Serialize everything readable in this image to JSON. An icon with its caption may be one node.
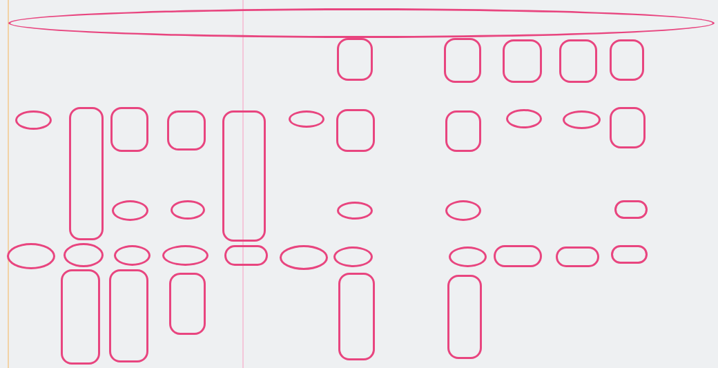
{
  "diagram": {
    "nodes": [
      {
        "text": [],
        "shape": "oval"
      },
      {
        "text": [],
        "shape": "box"
      },
      {
        "text": [],
        "shape": "box"
      },
      {
        "text": [],
        "shape": "box"
      },
      {
        "text": [],
        "shape": "box"
      },
      {
        "text": [],
        "shape": "box"
      },
      {
        "text": [],
        "shape": "oval"
      },
      {
        "text": [],
        "shape": "box"
      },
      {
        "text": [],
        "shape": "box"
      },
      {
        "text": [],
        "shape": "box"
      },
      {
        "text": [],
        "shape": "box"
      },
      {
        "text": [],
        "shape": "oval"
      },
      {
        "text": [],
        "shape": "box"
      },
      {
        "text": [],
        "shape": "box"
      },
      {
        "text": [],
        "shape": "oval"
      },
      {
        "text": [],
        "shape": "oval"
      },
      {
        "text": [],
        "shape": "box"
      },
      {
        "text": [],
        "shape": "oval"
      },
      {
        "text": [],
        "shape": "oval"
      },
      {
        "text": [],
        "shape": "oval"
      },
      {
        "text": [],
        "shape": "oval"
      },
      {
        "text": [],
        "shape": "box"
      },
      {
        "text": [],
        "shape": "oval"
      },
      {
        "text": [],
        "shape": "oval"
      },
      {
        "text": [],
        "shape": "oval"
      },
      {
        "text": [],
        "shape": "oval"
      },
      {
        "text": [],
        "shape": "box"
      },
      {
        "text": [],
        "shape": "oval"
      },
      {
        "text": [],
        "shape": "oval"
      },
      {
        "text": [],
        "shape": "oval"
      },
      {
        "text": [],
        "shape": "box"
      },
      {
        "text": [],
        "shape": "box"
      },
      {
        "text": [],
        "shape": "box"
      },
      {
        "text": [],
        "shape": "box"
      },
      {
        "text": [],
        "shape": "box"
      },
      {
        "text": [],
        "shape": "box"
      },
      {
        "text": [],
        "shape": "box"
      },
      {
        "text": [],
        "shape": "box"
      }
    ]
  }
}
